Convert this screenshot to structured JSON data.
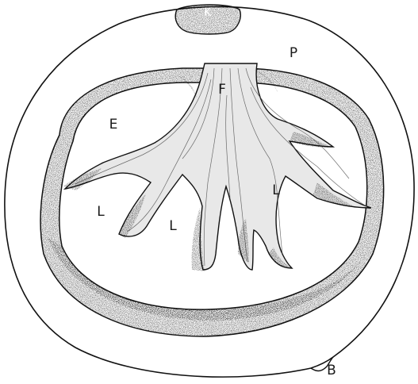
{
  "labels": {
    "top": "K",
    "F": "F",
    "P": "P",
    "E": "E",
    "L1": "L",
    "L2": "L",
    "L3": "L",
    "B": "B"
  }
}
